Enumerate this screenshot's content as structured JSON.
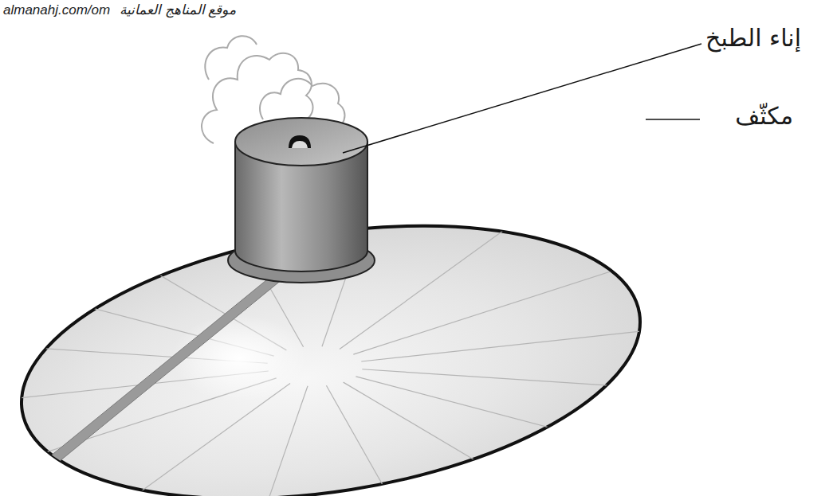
{
  "diagram": {
    "labels": [
      "almanahj.com/om",
      "موقع المناهج العمانية",
      "إناء الطبخ",
      "مكثّف"
    ]
  }
}
